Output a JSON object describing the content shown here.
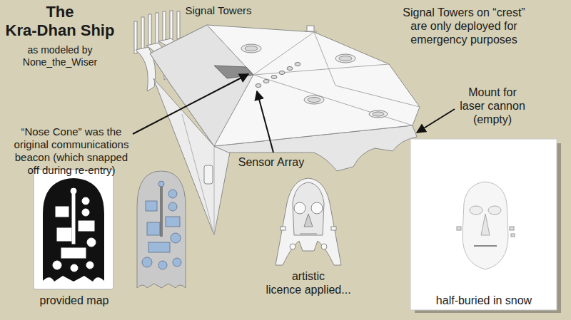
{
  "diagram": {
    "title": "The Kra-Dhan Ship",
    "labels": [
      "as modeled by None_the_Wiser",
      "Signal Towers",
      "Signal Towers on “crest” are only deployed for emergency purposes",
      "“Nose Cone” was the original communications beacon (which snapped off during re-entry)",
      "Mount for laser cannon (empty)",
      "Sensor Array",
      "provided map",
      "artistic licence applied...",
      "half-buried in snow"
    ]
  }
}
